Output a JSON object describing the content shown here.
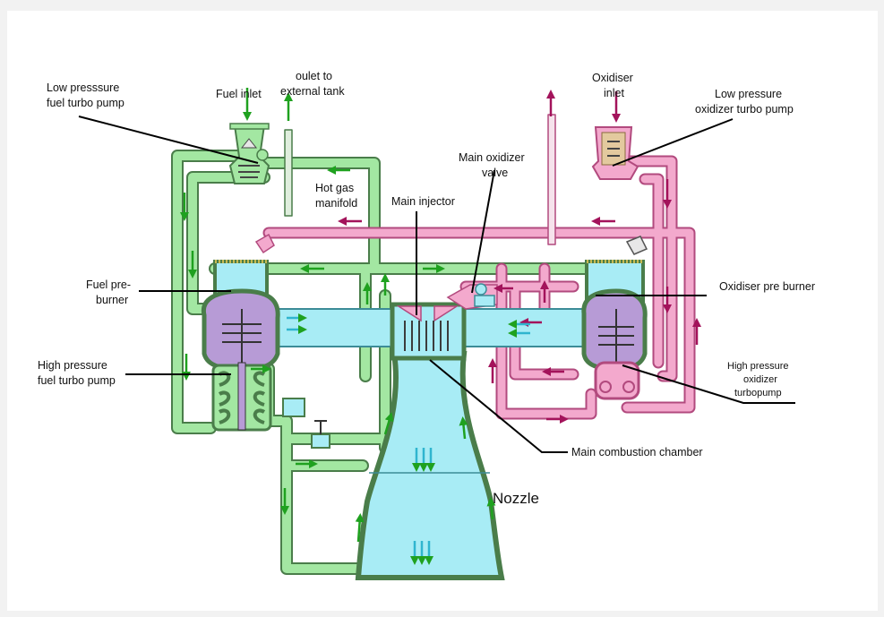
{
  "diagram": {
    "colors": {
      "fuel_pipe": "#a3e7a2",
      "fuel_outline": "#4a7d4a",
      "oxidizer_pipe": "#f3a9cd",
      "oxidizer_outline": "#b24a7e",
      "hot_gas": "#a8ecf5",
      "hot_gas_outline": "#3c8c97",
      "turbine": "#b79bd6",
      "fuel_arrow": "#1fa11f",
      "oxidizer_arrow": "#a3135b",
      "leader_line": "#000000"
    },
    "labels": {
      "low_pressure_fuel_pump": [
        "Low presssure",
        "fuel turbo pump"
      ],
      "fuel_inlet": "Fuel inlet",
      "outlet_external_tank": [
        "oulet to",
        "external tank"
      ],
      "oxidiser_inlet": [
        "Oxidiser",
        "inlet"
      ],
      "low_pressure_oxidizer_pump": [
        "Low pressure",
        "oxidizer turbo pump"
      ],
      "main_oxidizer_valve": [
        "Main oxidizer",
        "valve"
      ],
      "hot_gas_manifold": [
        "Hot gas",
        "manifold"
      ],
      "main_injector": "Main injector",
      "fuel_preburner": [
        "Fuel pre-",
        "burner"
      ],
      "oxidiser_preburner": "Oxidiser pre burner",
      "high_pressure_fuel_pump": [
        "High pressure",
        "fuel turbo pump"
      ],
      "high_pressure_oxidizer_pump": [
        "High pressure",
        "oxidizer",
        "turbopump"
      ],
      "main_combustion_chamber": "Main combustion chamber",
      "nozzle": "Nozzle"
    }
  }
}
